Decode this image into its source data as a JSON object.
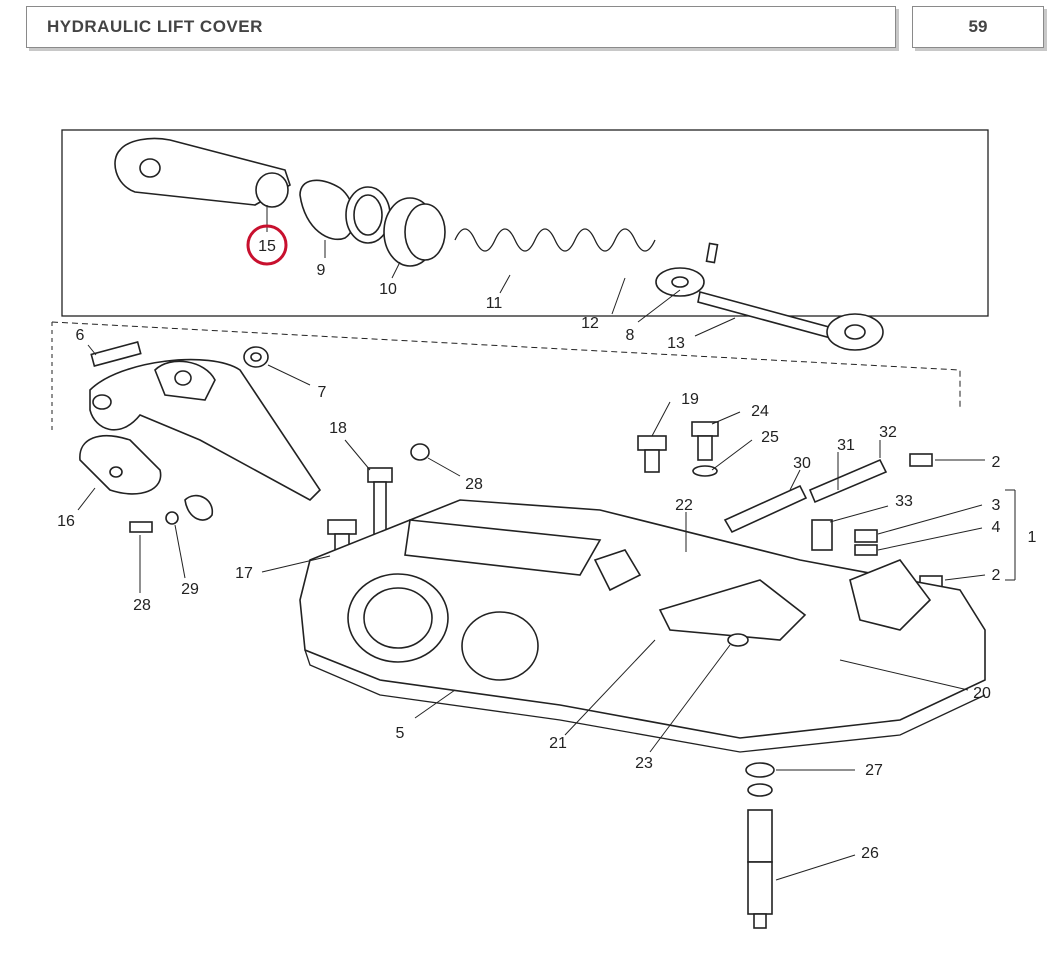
{
  "header": {
    "title": "HYDRAULIC LIFT COVER",
    "page_number": "59"
  },
  "callouts": [
    "15",
    "9",
    "10",
    "11",
    "12",
    "8",
    "13",
    "6",
    "7",
    "16",
    "29",
    "28",
    "18",
    "28",
    "19",
    "24",
    "25",
    "31",
    "32",
    "2",
    "30",
    "33",
    "3",
    "4",
    "1",
    "22",
    "17",
    "2",
    "20",
    "5",
    "21",
    "23",
    "27",
    "26"
  ],
  "highlight_color": "#c8102e"
}
